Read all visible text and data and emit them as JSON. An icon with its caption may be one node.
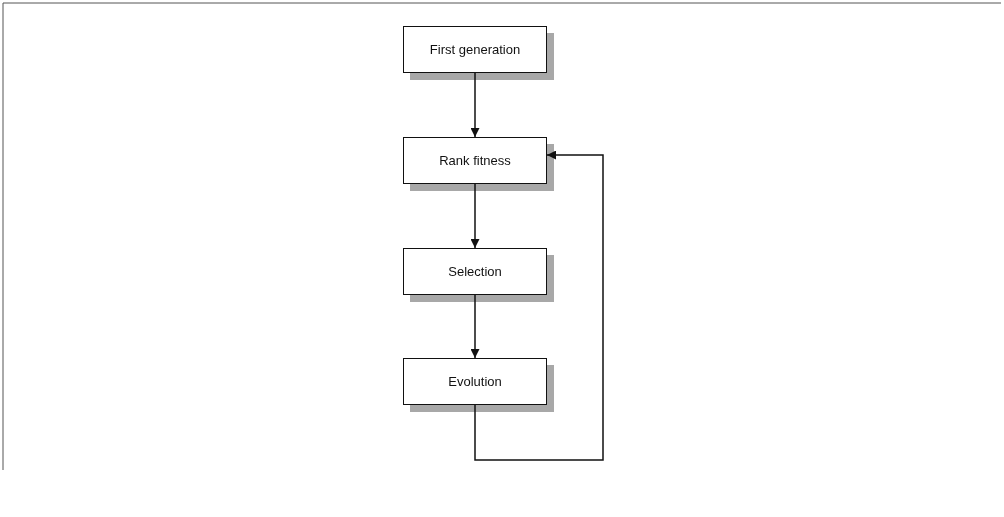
{
  "diagram": {
    "nodes": [
      {
        "text": [
          "First generation"
        ]
      },
      {
        "text": [
          "Rank fitness"
        ]
      },
      {
        "text": [
          "Selection"
        ]
      },
      {
        "text": [
          "Evolution"
        ]
      }
    ],
    "edges": [
      {
        "from": 0,
        "to": 1,
        "arrow": "to"
      },
      {
        "from": 1,
        "to": 2,
        "arrow": "to"
      },
      {
        "from": 2,
        "to": 3,
        "arrow": "to"
      },
      {
        "from": 3,
        "to": 1,
        "arrow": "to"
      }
    ]
  }
}
